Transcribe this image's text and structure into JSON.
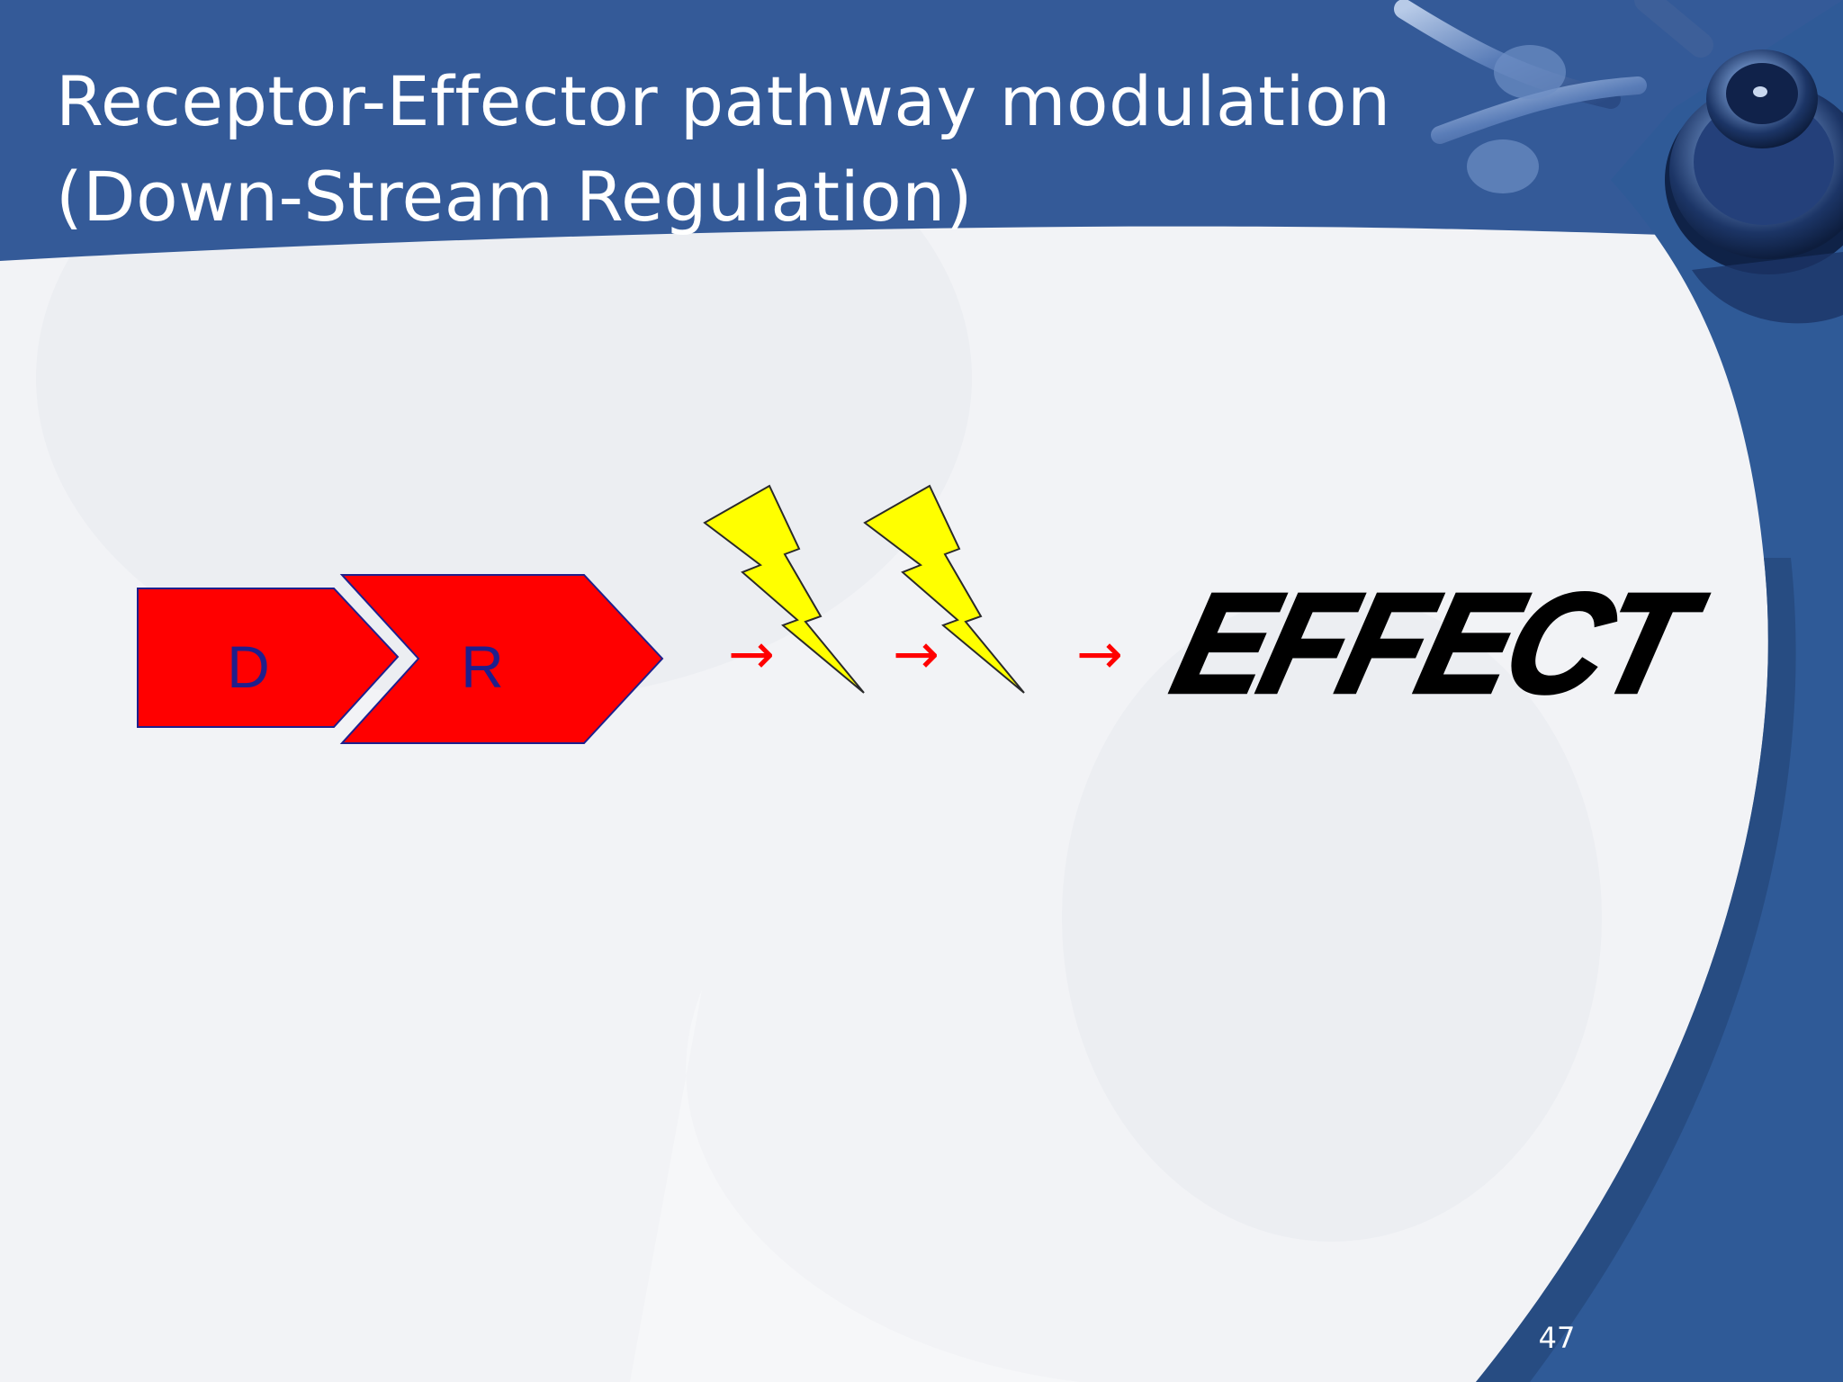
{
  "slide": {
    "title_line1": "Receptor-Effector pathway modulation",
    "title_line2": "(Down-Stream Regulation)",
    "page_number": "47",
    "theme_colors": {
      "header_blue": "#345a98",
      "right_band_blue": "#2f5a97",
      "background": "#f2f3f6"
    },
    "decoration": "stethoscope-image"
  },
  "diagram": {
    "drug_label": "D",
    "receptor_label": "R",
    "chevron_fill": "#ff0000",
    "chevron_stroke": "#1f1f8c",
    "arrow_glyph": "→",
    "arrow_color": "#ff0000",
    "signal_icon": "lightning-bolt-icon",
    "signal_fill": "#ffff00",
    "effect_label": "EFFECT"
  }
}
